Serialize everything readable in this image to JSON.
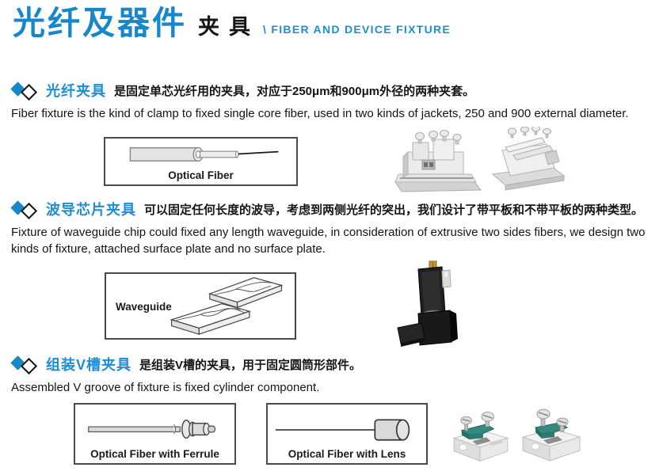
{
  "header": {
    "title_cn": "光纤及器件",
    "subtitle_cn": "夹具",
    "subtitle_en": "\\ FIBER AND DEVICE FIXTURE"
  },
  "colors": {
    "accent_blue": "#1787c9",
    "title_blue": "#1d8ed4",
    "text_black": "#151515",
    "box_border": "#4a4a4a",
    "fixture_teal": "#35897f",
    "knob_gold": "#c9992e"
  },
  "sections": [
    {
      "title": "光纤夹具",
      "desc_cn": "是固定单芯光纤用的夹具，对应于250μm和900μm外径的两种夹套。",
      "desc_en": "Fiber fixture is the kind of clamp to fixed single core fiber, used in two kinds of jackets, 250 and 900 external diameter.",
      "figures": [
        {
          "label": "Optical Fiber"
        }
      ],
      "photos": [
        "metal-fiber-fixture-front",
        "metal-fiber-fixture-angled"
      ]
    },
    {
      "title": "波导芯片夹具",
      "desc_cn": "可以固定任何长度的波导，考虑到两侧光纤的突出，我们设计了带平板和不带平板的两种类型。",
      "desc_en": "Fixture of waveguide chip could fixed any length waveguide, in consideration of extrusive two sides fibers, we design two kinds of fixture, attached surface plate and no surface plate.",
      "figures": [
        {
          "label": "Waveguide"
        }
      ],
      "photos": [
        "black-waveguide-fixture"
      ]
    },
    {
      "title": "组装V槽夹具",
      "desc_cn": "是组装V槽的夹具，用于固定圆筒形部件。",
      "desc_en": "Assembled V groove of fixture is fixed cylinder component.",
      "figures": [
        {
          "label": "Optical Fiber with Ferrule"
        },
        {
          "label": "Optical Fiber with Lens"
        }
      ],
      "photos": [
        "v-groove-fixture-left",
        "v-groove-fixture-right"
      ]
    }
  ]
}
